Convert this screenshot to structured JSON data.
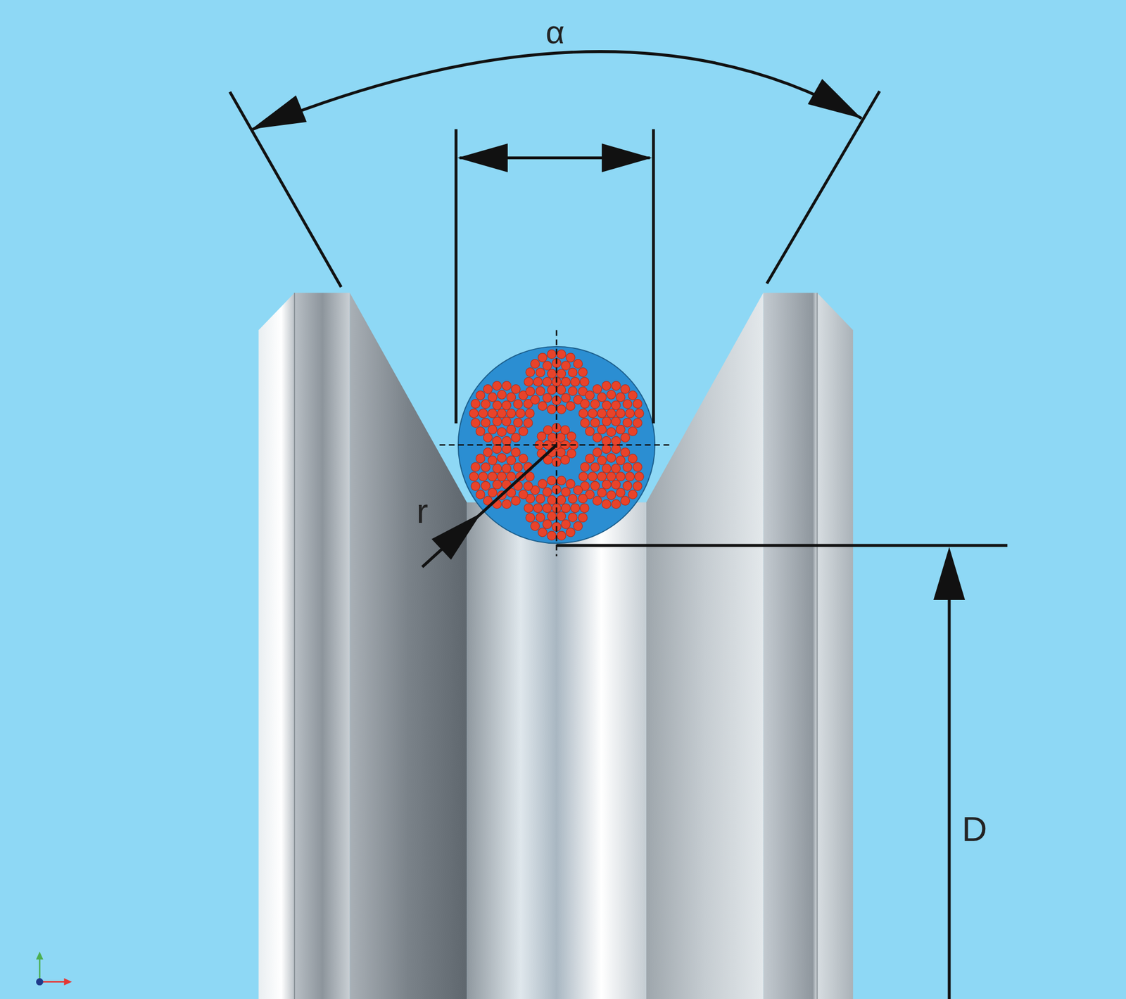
{
  "diagram": {
    "labels": [
      "α",
      "r",
      "D"
    ]
  }
}
